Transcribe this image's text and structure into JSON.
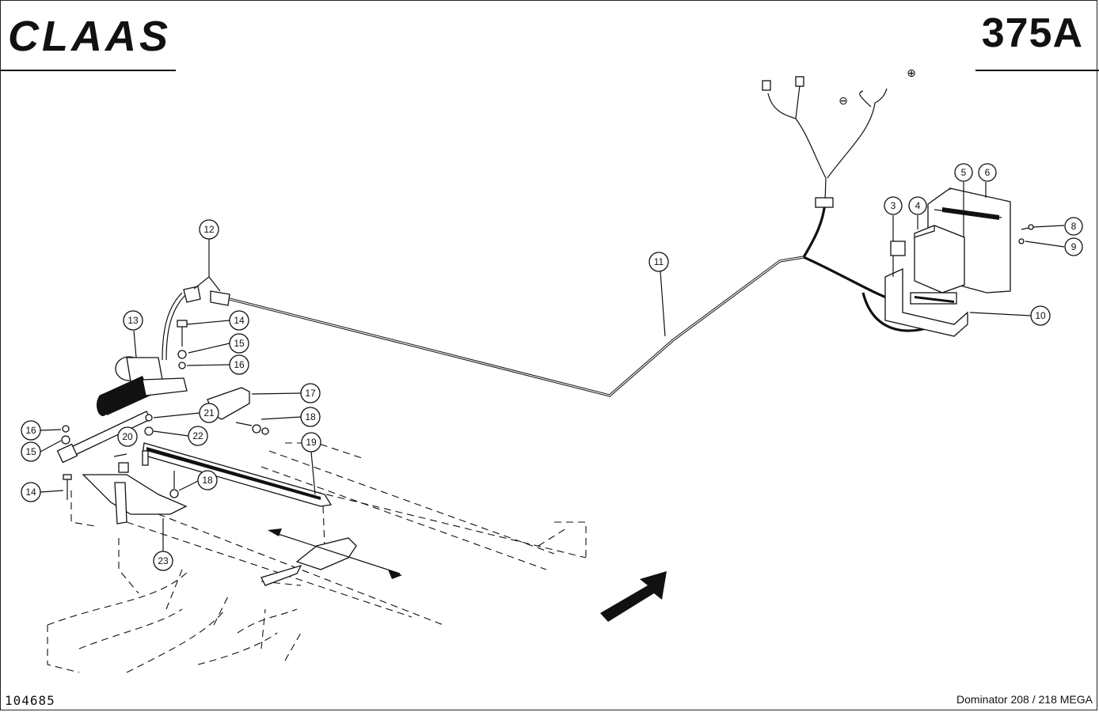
{
  "header": {
    "logo_text": "CLAAS",
    "page_number": "375A"
  },
  "footer": {
    "document_number": "104685",
    "model": "Dominator 208 / 218 MEGA"
  },
  "terminals": {
    "minus": "⊖",
    "plus": "⊕"
  },
  "callouts": [
    "3",
    "4",
    "5",
    "6",
    "8",
    "9",
    "10",
    "11",
    "12",
    "13",
    "14",
    "15",
    "16",
    "17",
    "18",
    "19",
    "20",
    "21",
    "22",
    "23"
  ],
  "labels": {
    "c3": "3",
    "c4": "4",
    "c5": "5",
    "c6": "6",
    "c8": "8",
    "c9": "9",
    "c10": "10",
    "c11": "11",
    "c12": "12",
    "c13": "13",
    "c14a": "14",
    "c14b": "14",
    "c15a": "15",
    "c15b": "15",
    "c16a": "16",
    "c16b": "16",
    "c17": "17",
    "c18a": "18",
    "c18b": "18",
    "c19": "19",
    "c20": "20",
    "c21": "21",
    "c22": "22",
    "c23": "23"
  }
}
